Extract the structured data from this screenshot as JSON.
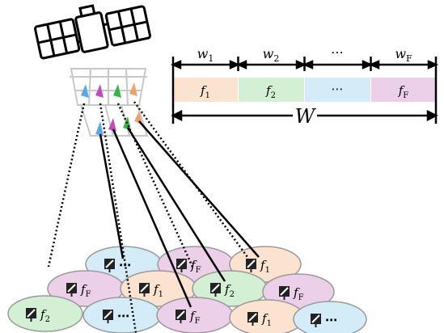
{
  "spectrum": {
    "total_label": "W",
    "bands": [
      {
        "width_label": "w1",
        "w_base": "w",
        "w_sub": "1",
        "label_base": "f",
        "label_sub": "1",
        "color": "#fbe3cf"
      },
      {
        "width_label": "w2",
        "w_base": "w",
        "w_sub": "2",
        "label_base": "f",
        "label_sub": "2",
        "color": "#d4f0d4"
      },
      {
        "width_label": "⋯",
        "w_base": "⋯",
        "w_sub": "",
        "label_base": "⋯",
        "label_sub": "",
        "color": "#d3ecf8"
      },
      {
        "width_label": "wF",
        "w_base": "w",
        "w_sub": "F",
        "label_base": "f",
        "label_sub": "F",
        "color": "#eccfe8"
      }
    ]
  },
  "beam_colors": {
    "f1": "#fbe3cf",
    "f2": "#d4f0d4",
    "dots": "#d3ecf8",
    "fF": "#eccfe8"
  },
  "cells": [
    {
      "id": "r1c1",
      "label": "⋯",
      "freq": "dots"
    },
    {
      "id": "r1c2",
      "label": "fF",
      "freq": "fF"
    },
    {
      "id": "r1c3",
      "label": "f1",
      "freq": "f1"
    },
    {
      "id": "r2c1",
      "label": "fF",
      "freq": "fF"
    },
    {
      "id": "r2c2",
      "label": "f1",
      "freq": "f1"
    },
    {
      "id": "r2c3",
      "label": "f2",
      "freq": "f2"
    },
    {
      "id": "r2c4",
      "label": "fF",
      "freq": "fF"
    },
    {
      "id": "r3c1",
      "label": "f2",
      "freq": "f2"
    },
    {
      "id": "r3c2",
      "label": "⋯",
      "freq": "dots"
    },
    {
      "id": "r3c3",
      "label": "fF",
      "freq": "fF"
    },
    {
      "id": "r3c4",
      "label": "f1",
      "freq": "f1"
    },
    {
      "id": "r3c5",
      "label": "⋯",
      "freq": "dots"
    }
  ]
}
